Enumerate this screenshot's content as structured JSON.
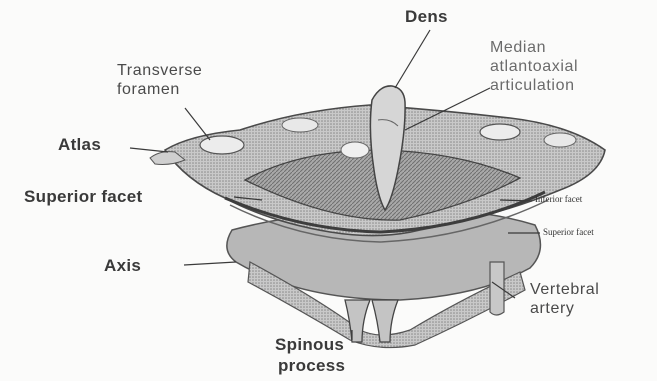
{
  "labels": {
    "dens": "Dens",
    "median_line1": "Median",
    "median_line2": "atlantoaxial",
    "median_line3": "articulation",
    "transverse_line1": "Transverse",
    "transverse_line2": "foramen",
    "atlas": "Atlas",
    "superior_facet": "Superior facet",
    "inferior_facet_small": "Inferior facet",
    "superior_facet_small": "Superior facet",
    "axis": "Axis",
    "vertebral_line1": "Vertebral",
    "vertebral_line2": "artery",
    "spinous_line1": "Spinous",
    "spinous_line2": "process"
  },
  "colors": {
    "ink": "#3a3a3a",
    "bone_shade": "#8c8c8c",
    "bone_light": "#d9d9d9"
  }
}
